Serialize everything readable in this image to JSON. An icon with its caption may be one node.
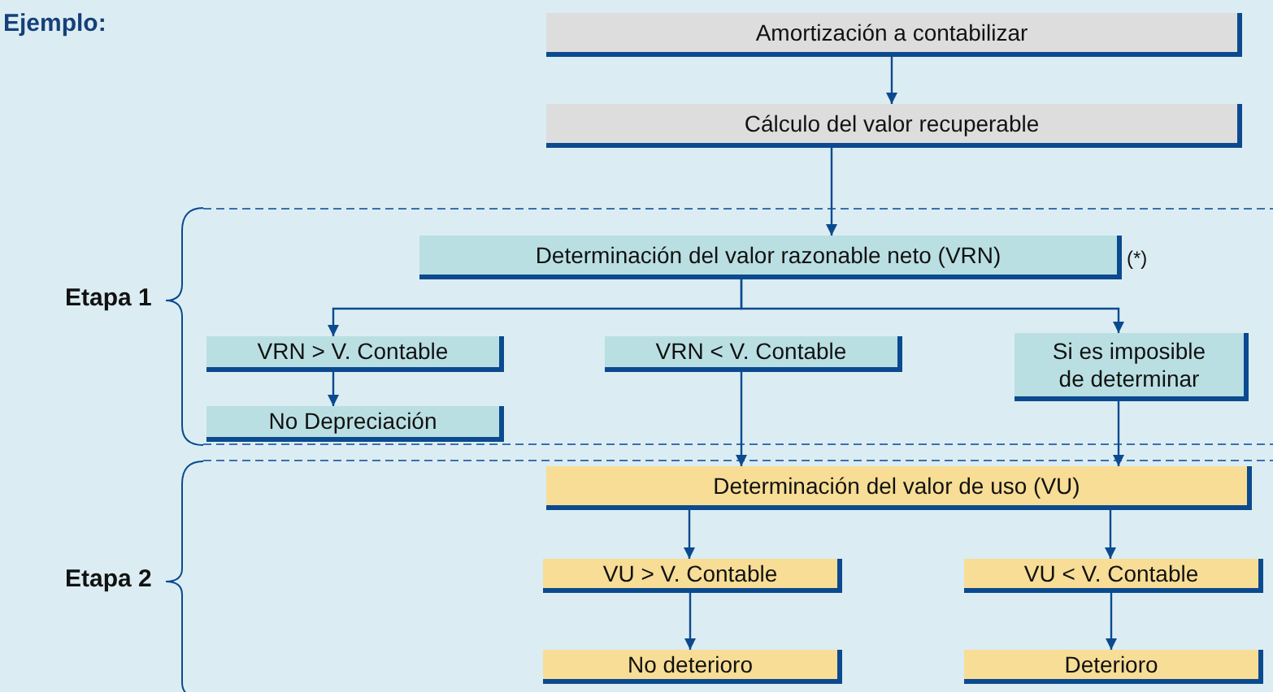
{
  "diagram": {
    "title": "Ejemplo:",
    "nodes": [
      {
        "text": [
          "Amortización a contabilizar"
        ]
      },
      {
        "text": [
          "Cálculo del valor recuperable"
        ]
      },
      {
        "text": [
          "Determinación del valor razonable neto (VRN)"
        ],
        "beside": [
          "(*)"
        ]
      },
      {
        "text": [
          "VRN > V. Contable"
        ]
      },
      {
        "text": [
          "VRN < V. Contable"
        ]
      },
      {
        "text": [
          "Si es imposible de determinar"
        ]
      },
      {
        "text": [
          "No Depreciación"
        ]
      },
      {
        "text": [
          "Determinación del valor de uso (VU)"
        ]
      },
      {
        "text": [
          "VU > V. Contable"
        ]
      },
      {
        "text": [
          "VU < V. Contable"
        ]
      },
      {
        "text": [
          "No deterioro"
        ]
      },
      {
        "text": [
          "Deterioro"
        ]
      }
    ],
    "edges": [
      {
        "from": 0,
        "to": 1,
        "arrow": "to"
      },
      {
        "from": 1,
        "to": 2,
        "arrow": "to"
      },
      {
        "from": 2,
        "to": 3,
        "arrow": "to"
      },
      {
        "from": 2,
        "to": 5,
        "arrow": "to"
      },
      {
        "from": 3,
        "to": 6,
        "arrow": "to"
      },
      {
        "from": 4,
        "to": 7,
        "arrow": "to"
      },
      {
        "from": 5,
        "to": 7,
        "arrow": "to"
      },
      {
        "from": 7,
        "to": 8,
        "arrow": "to"
      },
      {
        "from": 7,
        "to": 9,
        "arrow": "to"
      },
      {
        "from": 8,
        "to": 10,
        "arrow": "to"
      },
      {
        "from": 9,
        "to": 11,
        "arrow": "to"
      }
    ],
    "labels": [
      "Etapa 1",
      "Etapa 2"
    ]
  }
}
